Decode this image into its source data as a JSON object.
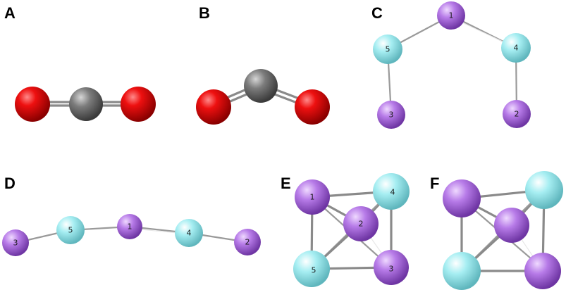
{
  "panels": [
    {
      "id": "A",
      "label": "A"
    },
    {
      "id": "B",
      "label": "B"
    },
    {
      "id": "C",
      "label": "C",
      "atom_labels": [
        "1",
        "5",
        "4",
        "3",
        "2"
      ]
    },
    {
      "id": "D",
      "label": "D",
      "atom_labels": [
        "3",
        "5",
        "1",
        "4",
        "2"
      ]
    },
    {
      "id": "E",
      "label": "E",
      "atom_labels": [
        "1",
        "4",
        "2",
        "5",
        "3"
      ]
    },
    {
      "id": "F",
      "label": "F"
    }
  ],
  "colors": {
    "oxygen": "#e00000",
    "carbon": "#7a7a7a",
    "purple_atom": "#b77be8",
    "cyan_atom": "#a6eef2",
    "bond": "#8a8a8a"
  }
}
